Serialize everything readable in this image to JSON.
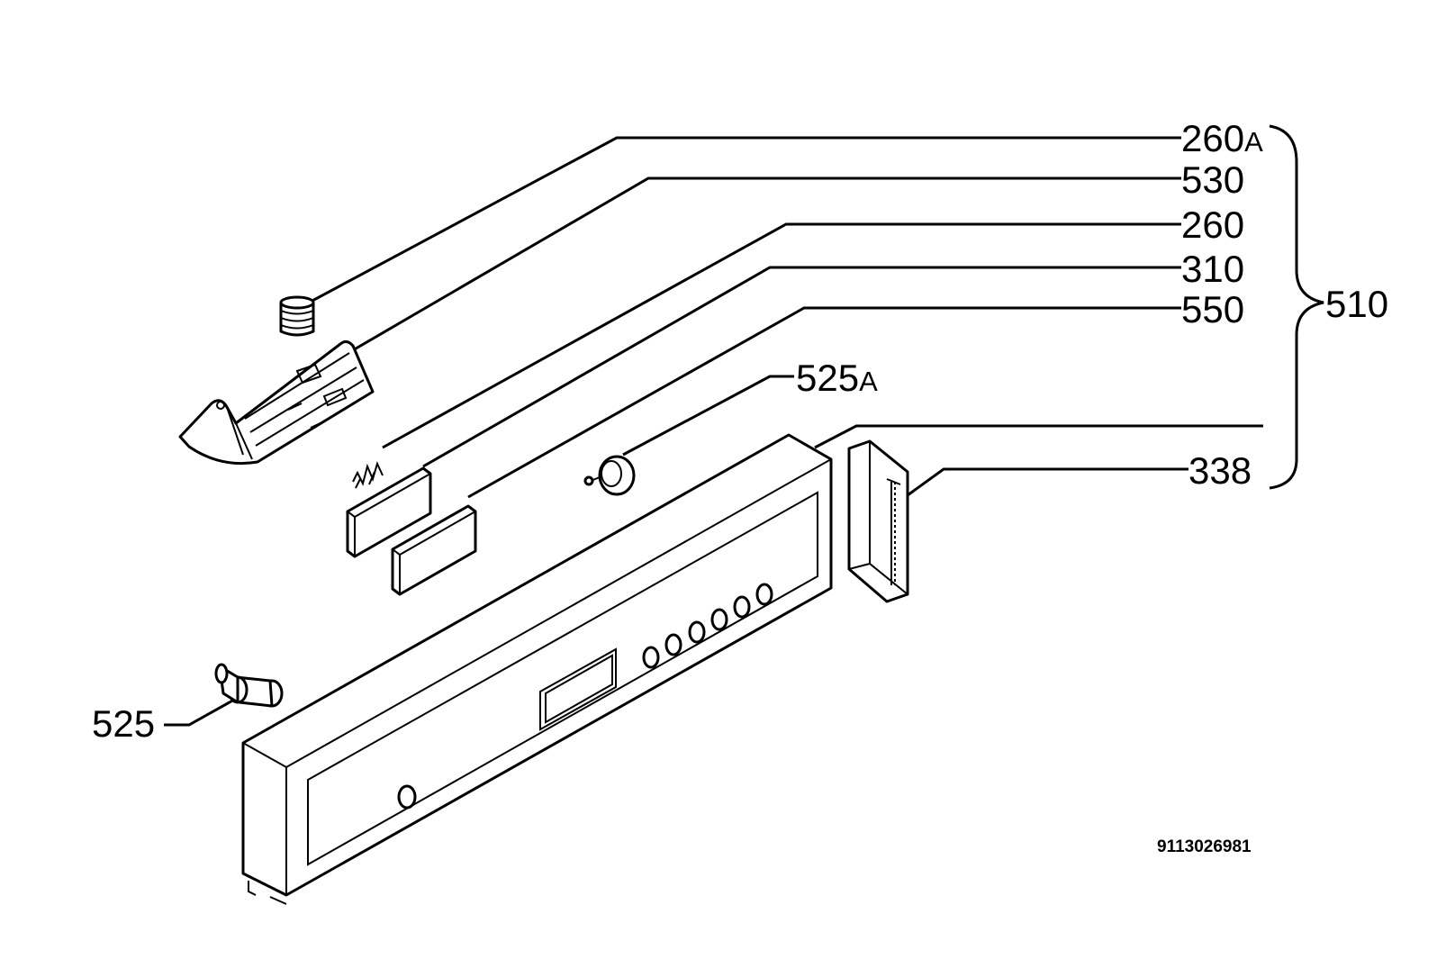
{
  "callouts": {
    "c260a": {
      "num": "260",
      "suffix": "A"
    },
    "c530": {
      "num": "530"
    },
    "c260": {
      "num": "260"
    },
    "c310": {
      "num": "310"
    },
    "c550": {
      "num": "550"
    },
    "c525a": {
      "num": "525",
      "suffix": "A"
    },
    "c338": {
      "num": "338"
    },
    "c510": {
      "num": "510"
    },
    "c525": {
      "num": "525"
    }
  },
  "drawing_number": "9113026981"
}
